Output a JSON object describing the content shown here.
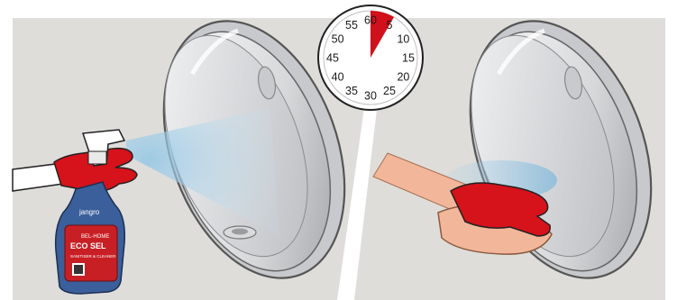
{
  "clock": {
    "numbers": [
      "60",
      "5",
      "10",
      "15",
      "20",
      "25",
      "30",
      "35",
      "40",
      "45",
      "50",
      "55"
    ],
    "highlighted_minutes": 5,
    "highlight_color": "#d0101a"
  },
  "bottle": {
    "brand": "jangro",
    "product_line": "BEL-HOME",
    "product_name": "ECO SEL",
    "subtitle": "SANITISER & CLEANER"
  },
  "colors": {
    "background": "#deddd9",
    "glove": "#d6121b",
    "spray_mist": "#9fd0ea",
    "bottle": "#3a5f9a",
    "cloth": "#f2b79a"
  },
  "steps": [
    {
      "action": "spray urinal with cleaner"
    },
    {
      "action": "wait contact time"
    },
    {
      "action": "wipe urinal with cloth"
    }
  ]
}
